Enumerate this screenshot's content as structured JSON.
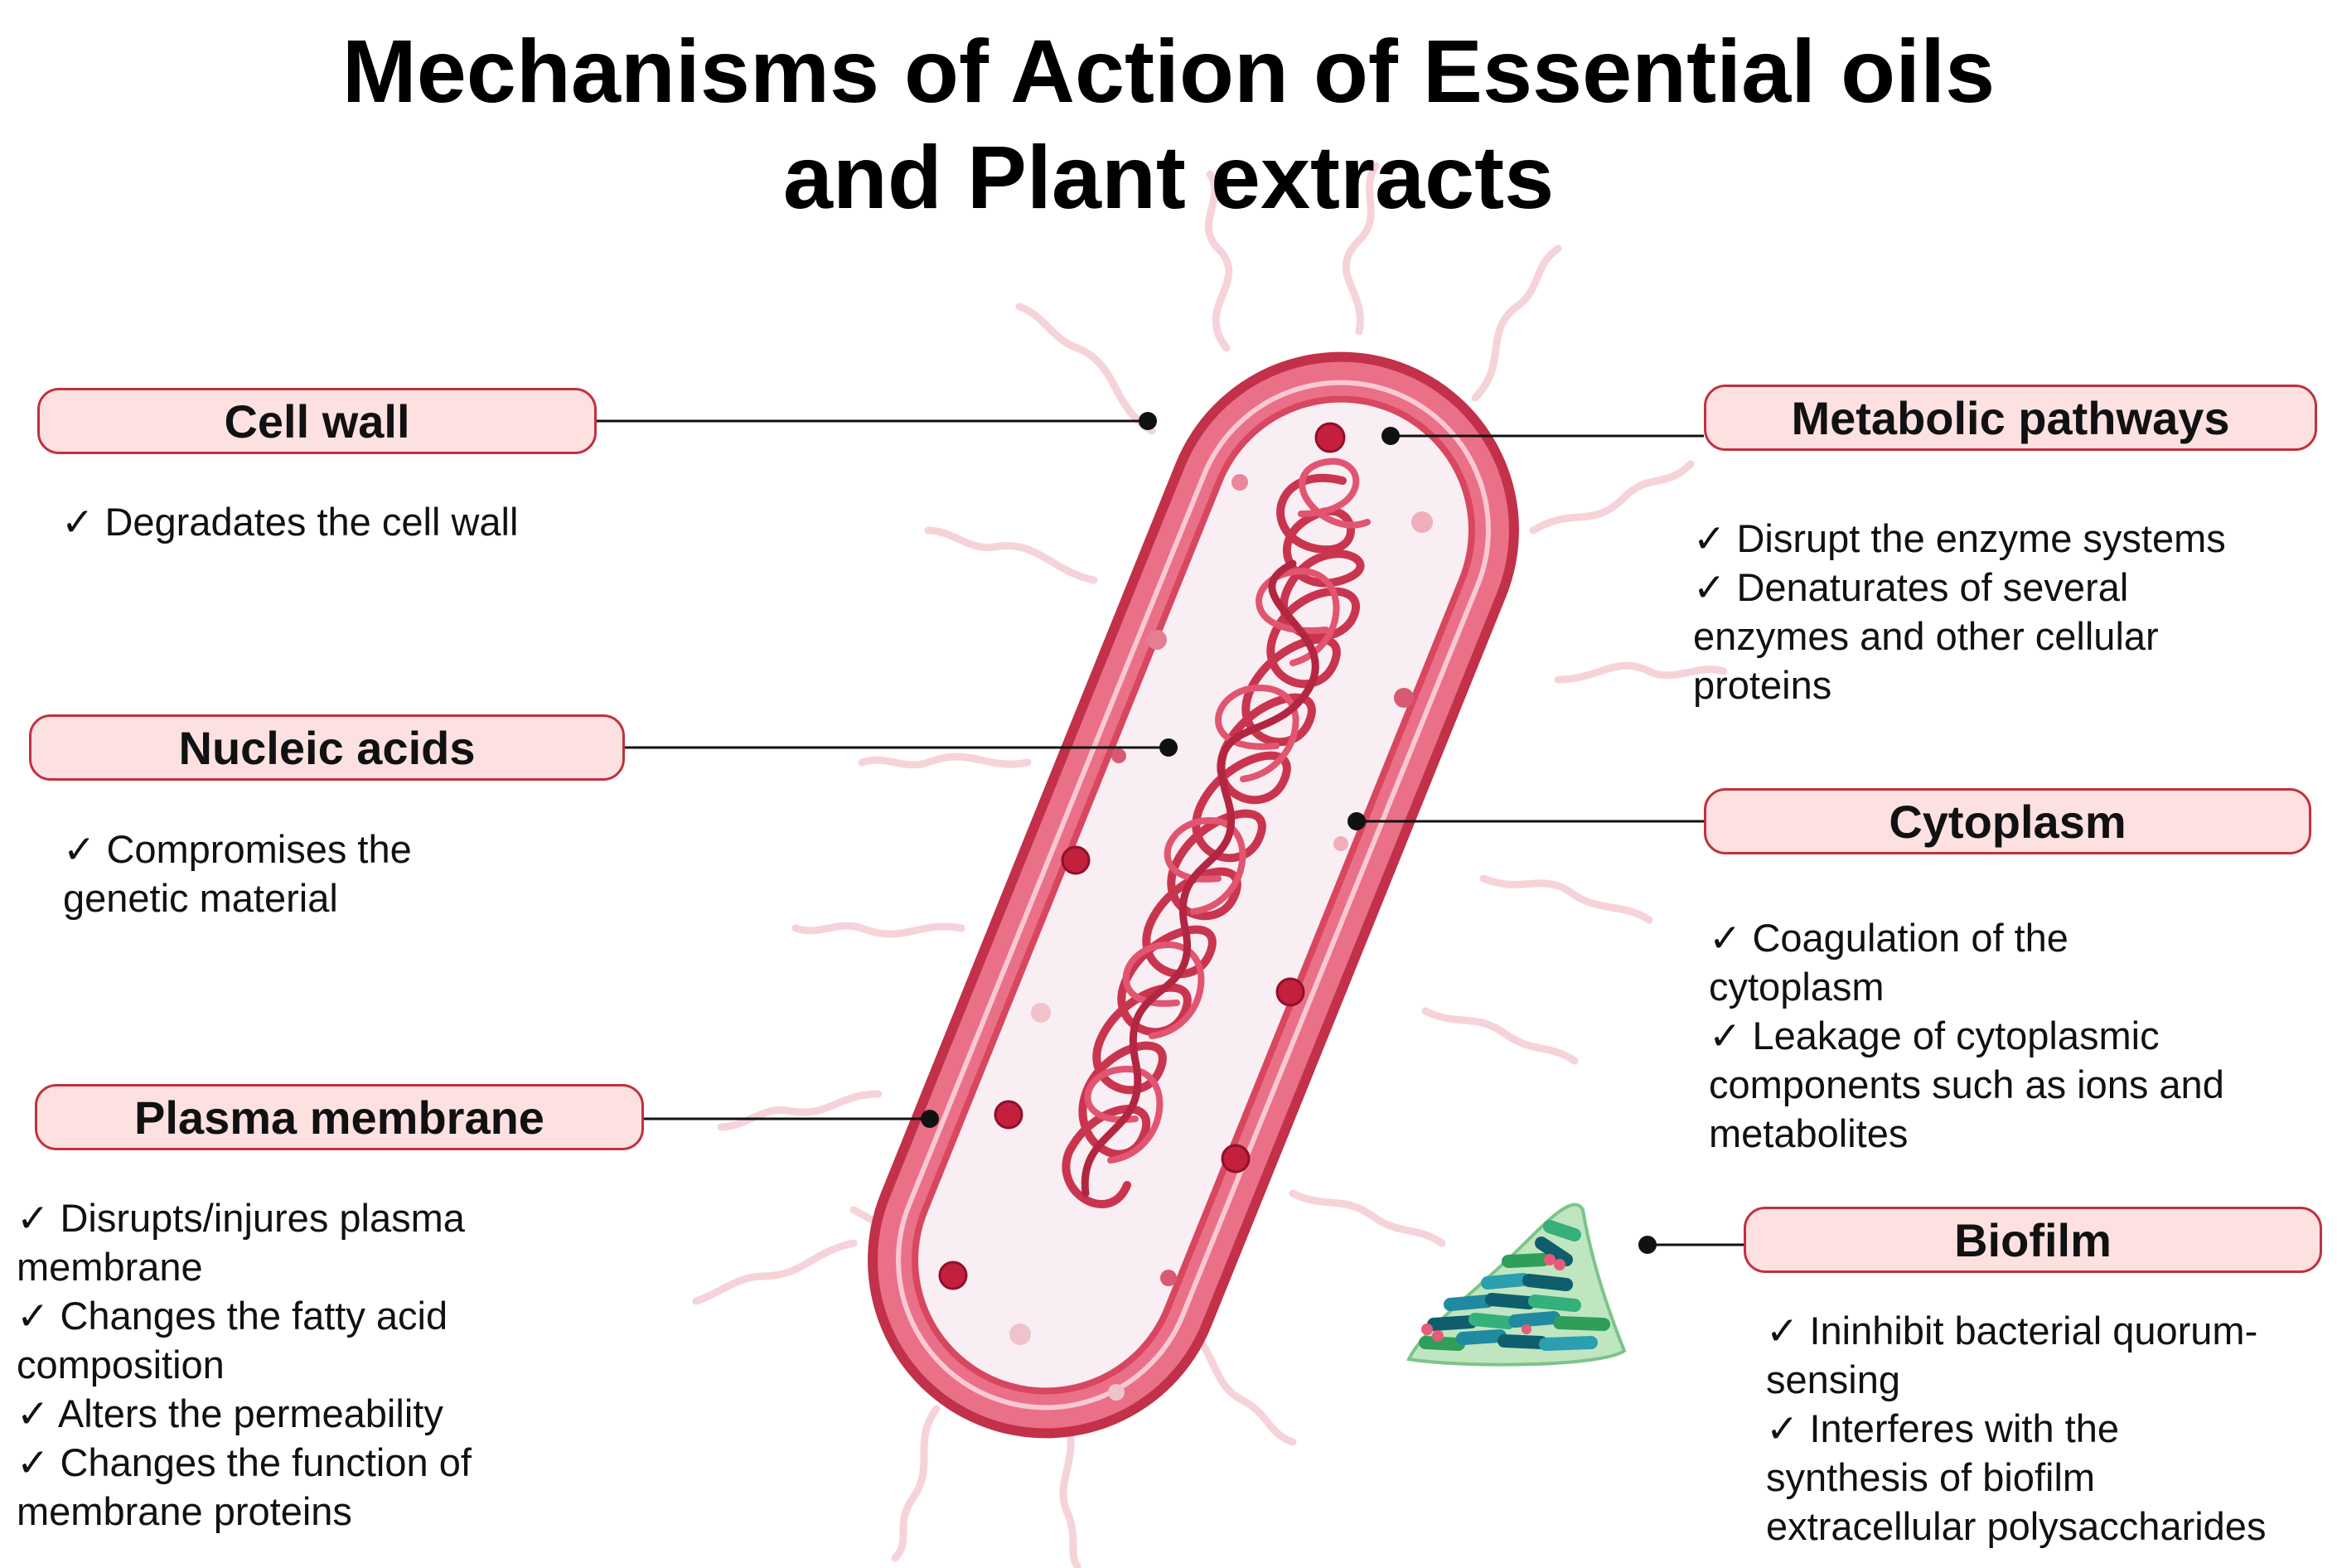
{
  "title": {
    "line1": "Mechanisms of Action of Essential oils",
    "line2": "and Plant extracts"
  },
  "labels": {
    "cell_wall": {
      "heading": "Cell wall",
      "notes": [
        "✓ Degradates the cell wall"
      ]
    },
    "nucleic_acids": {
      "heading": "Nucleic acids",
      "notes": [
        "✓ Compromises the",
        "genetic material"
      ]
    },
    "plasma_membrane": {
      "heading": "Plasma membrane",
      "notes": [
        "✓ Disrupts/injures plasma",
        "membrane",
        "✓ Changes the fatty acid",
        "composition",
        "✓ Alters the permeability",
        "✓ Changes the function of",
        "membrane proteins"
      ]
    },
    "metabolic_pathways": {
      "heading": "Metabolic pathways",
      "notes": [
        "✓ Disrupt the enzyme systems",
        "✓ Denaturates of several",
        "enzymes and other cellular",
        "proteins"
      ]
    },
    "cytoplasm": {
      "heading": "Cytoplasm",
      "notes": [
        "✓ Coagulation of the",
        "cytoplasm",
        "✓ Leakage of cytoplasmic",
        "components such as ions and",
        "metabolites"
      ]
    },
    "biofilm": {
      "heading": "Biofilm",
      "notes": [
        "✓ Ininhibit bacterial quorum-",
        "sensing",
        "✓ Interferes with the",
        "synthesis of biofilm",
        "extracellular polysaccharides"
      ]
    }
  },
  "colors": {
    "pill_border": "#c2303f",
    "pill_fill": "#fde1e1",
    "cell_wall": "#e8677f",
    "membrane": "#c2304a",
    "cytoplasm": "#f8eef3",
    "dna": "#c9354f",
    "flagella": "#f6d3d9",
    "biofilm_teal": "#1f8aa0",
    "biofilm_green": "#2e9e5a"
  }
}
